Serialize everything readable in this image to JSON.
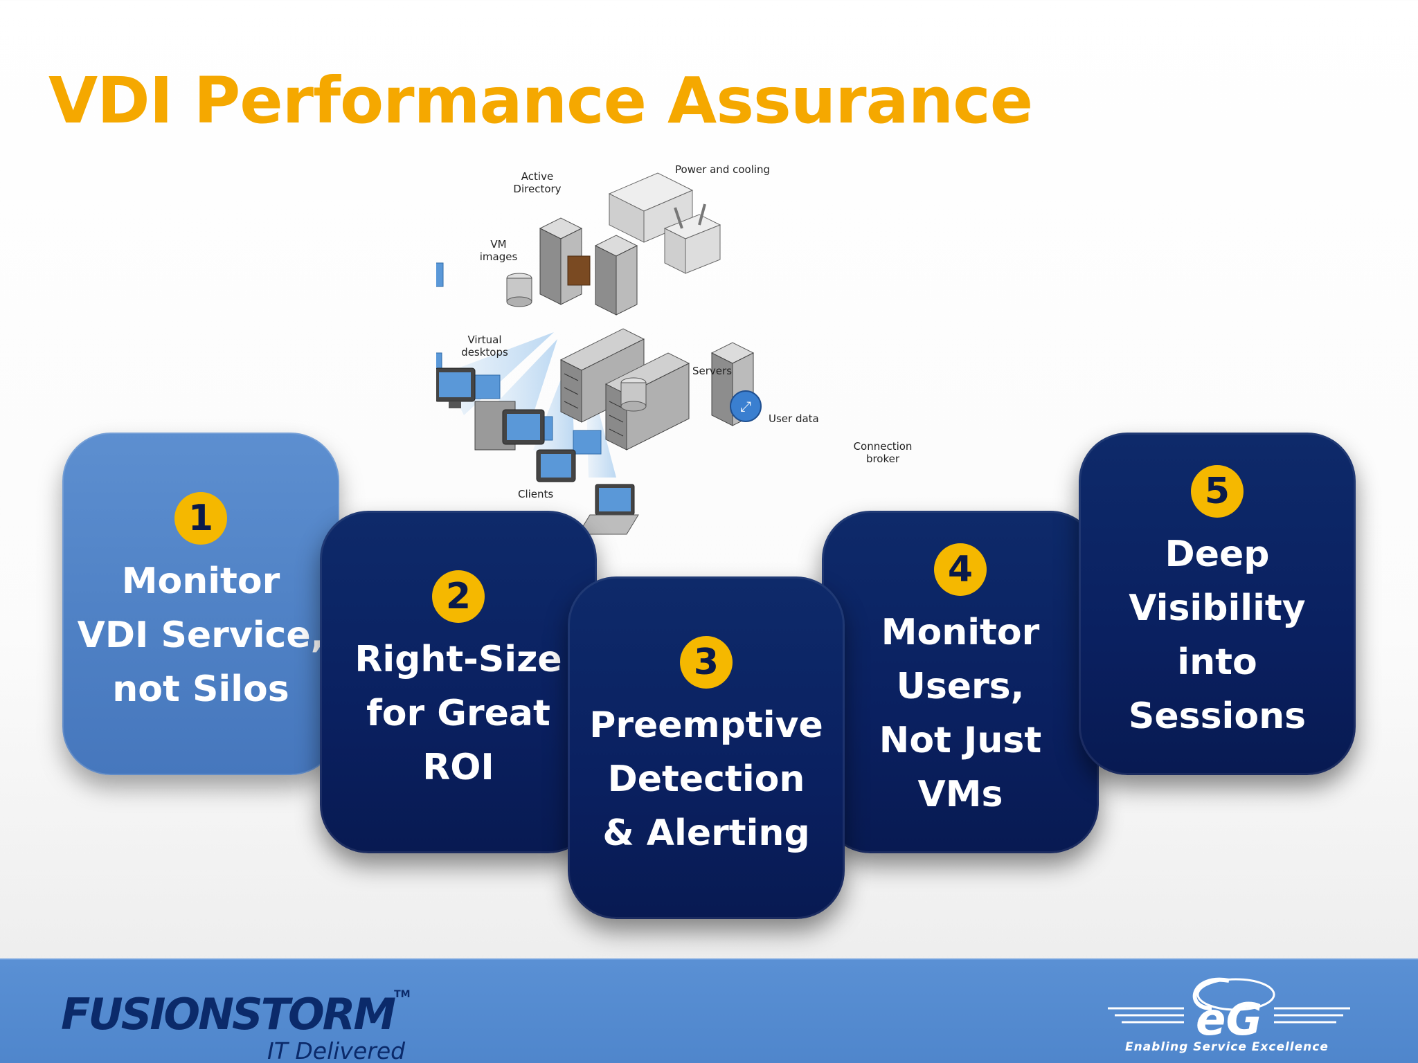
{
  "title": "VDI Performance Assurance",
  "diagram": {
    "labels": {
      "active_directory_1": "Active",
      "active_directory_2": "Directory",
      "power_cooling": "Power and cooling",
      "vm_images_1": "VM",
      "vm_images_2": "images",
      "virtual_desktops_1": "Virtual",
      "virtual_desktops_2": "desktops",
      "servers": "Servers",
      "user_data": "User data",
      "connection_broker_1": "Connection",
      "connection_broker_2": "broker",
      "clients": "Clients"
    }
  },
  "cards": [
    {
      "number": "1",
      "text": "Monitor\nVDI Service,\nnot Silos"
    },
    {
      "number": "2",
      "text": "Right-Size\nfor Great\nROI"
    },
    {
      "number": "3",
      "text": "Preemptive\nDetection\n& Alerting"
    },
    {
      "number": "4",
      "text": "Monitor\nUsers,\nNot Just\nVMs"
    },
    {
      "number": "5",
      "text": "Deep\nVisibility\ninto\nSessions"
    }
  ],
  "footer": {
    "left_logo": "FUSIONSTORM",
    "left_logo_tm": "TM",
    "left_tagline": "IT Delivered",
    "right_logo": "eG",
    "right_tagline": "Enabling Service Excellence"
  },
  "colors": {
    "title": "#f5a800",
    "card_dark": "#0a2060",
    "card_light": "#4e80c4",
    "badge": "#f5b800",
    "footer": "#4f86cc"
  }
}
